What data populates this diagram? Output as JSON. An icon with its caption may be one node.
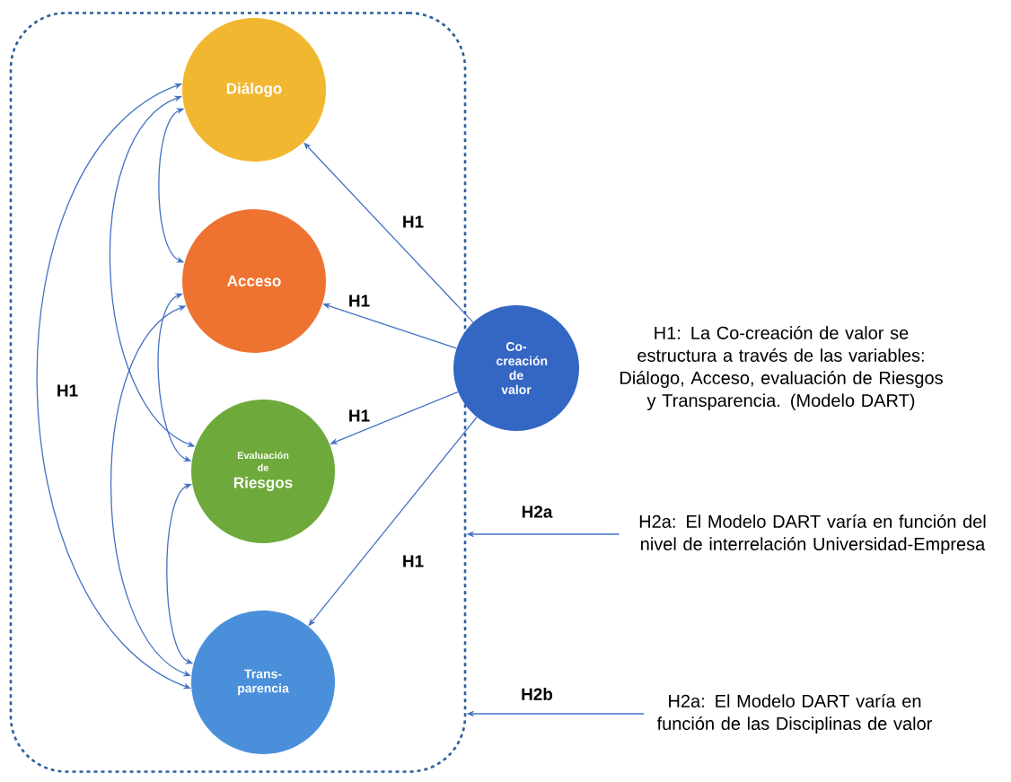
{
  "diagram": {
    "nodes": [
      {
        "text": [],
        "shape": "box"
      },
      {
        "text": [
          "Diálogo"
        ],
        "in": 0
      },
      {
        "text": [
          "Acceso"
        ],
        "in": 0
      },
      {
        "text": [
          "Evaluación de",
          "Riesgos"
        ],
        "in": 0
      },
      {
        "text": [
          "Trans- parencia"
        ],
        "in": 0
      },
      {
        "text": [
          "Co- creación de valor"
        ]
      },
      {
        "text": [
          "H2a: El Modelo DART varía en función del nivel de interrelación Universidad-Empresa"
        ]
      },
      {
        "text": [
          "H2a: El Modelo DART varía en función de las Disciplinas de valor"
        ]
      }
    ],
    "edges": [
      {
        "from": 5,
        "to": 1,
        "arrow": "to",
        "label": "H1"
      },
      {
        "from": 5,
        "to": 2,
        "arrow": "to",
        "label": "H1"
      },
      {
        "from": 5,
        "to": 3,
        "arrow": "to",
        "label": "H1"
      },
      {
        "from": 5,
        "to": 4,
        "arrow": "to",
        "label": "H1"
      },
      {
        "from": 1,
        "to": 2,
        "arrow": "both"
      },
      {
        "from": 1,
        "to": 3,
        "arrow": "both"
      },
      {
        "from": 1,
        "to": 4,
        "arrow": "both",
        "label": "H1"
      },
      {
        "from": 2,
        "to": 3,
        "arrow": "both"
      },
      {
        "from": 2,
        "to": 4,
        "arrow": "both"
      },
      {
        "from": 3,
        "to": 4,
        "arrow": "both"
      },
      {
        "from": 6,
        "to": 0,
        "arrow": "to",
        "label": "H2a"
      },
      {
        "from": 7,
        "to": 0,
        "arrow": "to",
        "label": "H2b"
      }
    ],
    "labels": [
      "H1: La Co-creación de valor se estructura a través de las variables: Diálogo, Acceso, evaluación de Riesgos y Transparencia. (Modelo DART)"
    ]
  }
}
